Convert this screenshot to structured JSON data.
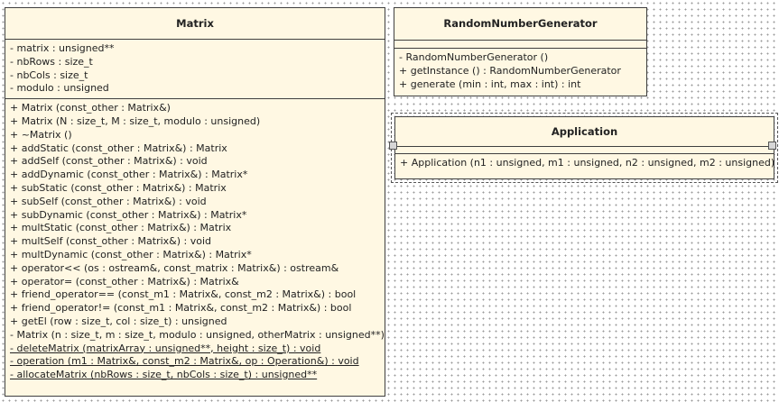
{
  "matrix": {
    "title": "Matrix",
    "attributes": [
      "- matrix : unsigned**",
      "- nbRows : size_t",
      "- nbCols : size_t",
      "- modulo : unsigned"
    ],
    "methods": [
      {
        "text": "+ Matrix (const_other : Matrix&)",
        "static": false
      },
      {
        "text": "+ Matrix (N : size_t, M : size_t, modulo : unsigned)",
        "static": false
      },
      {
        "text": "+ ~Matrix ()",
        "static": false
      },
      {
        "text": "+ addStatic (const_other : Matrix&) : Matrix",
        "static": false
      },
      {
        "text": "+ addSelf (const_other : Matrix&) : void",
        "static": false
      },
      {
        "text": "+ addDynamic (const_other : Matrix&) : Matrix*",
        "static": false
      },
      {
        "text": "+ subStatic (const_other : Matrix&) : Matrix",
        "static": false
      },
      {
        "text": "+ subSelf (const_other : Matrix&) : void",
        "static": false
      },
      {
        "text": "+ subDynamic (const_other : Matrix&) : Matrix*",
        "static": false
      },
      {
        "text": "+ multStatic (const_other : Matrix&) : Matrix",
        "static": false
      },
      {
        "text": "+ multSelf (const_other : Matrix&) : void",
        "static": false
      },
      {
        "text": "+ multDynamic (const_other : Matrix&) : Matrix*",
        "static": false
      },
      {
        "text": "+ operator<< (os : ostream&, const_matrix : Matrix&) : ostream&",
        "static": false
      },
      {
        "text": "+ operator= (const_other : Matrix&) : Matrix&",
        "static": false
      },
      {
        "text": "+ friend_operator== (const_m1 : Matrix&, const_m2 : Matrix&) : bool",
        "static": false
      },
      {
        "text": "+ friend_operator!= (const_m1 : Matrix&, const_m2 : Matrix&) : bool",
        "static": false
      },
      {
        "text": "+ getEl (row : size_t, col : size_t) : unsigned",
        "static": false
      },
      {
        "text": "- Matrix (n : size_t, m : size_t, modulo : unsigned, otherMatrix : unsigned**)",
        "static": false
      },
      {
        "text": "- deleteMatrix (matrixArray : unsigned**, height : size_t) : void",
        "static": true
      },
      {
        "text": "- operation (m1 : Matrix&, const_m2 : Matrix&, op : Operation&) : void",
        "static": true
      },
      {
        "text": "- allocateMatrix (nbRows : size_t, nbCols : size_t) : unsigned**",
        "static": true
      }
    ]
  },
  "rng": {
    "title": "RandomNumberGenerator",
    "methods": [
      "- RandomNumberGenerator ()",
      "+ getInstance () : RandomNumberGenerator",
      "+ generate (min : int, max : int) : int"
    ]
  },
  "app": {
    "title": "Application",
    "methods": [
      "+ Application (n1 : unsigned, m1 : unsigned, n2 : unsigned, m2 : unsigned)"
    ]
  }
}
